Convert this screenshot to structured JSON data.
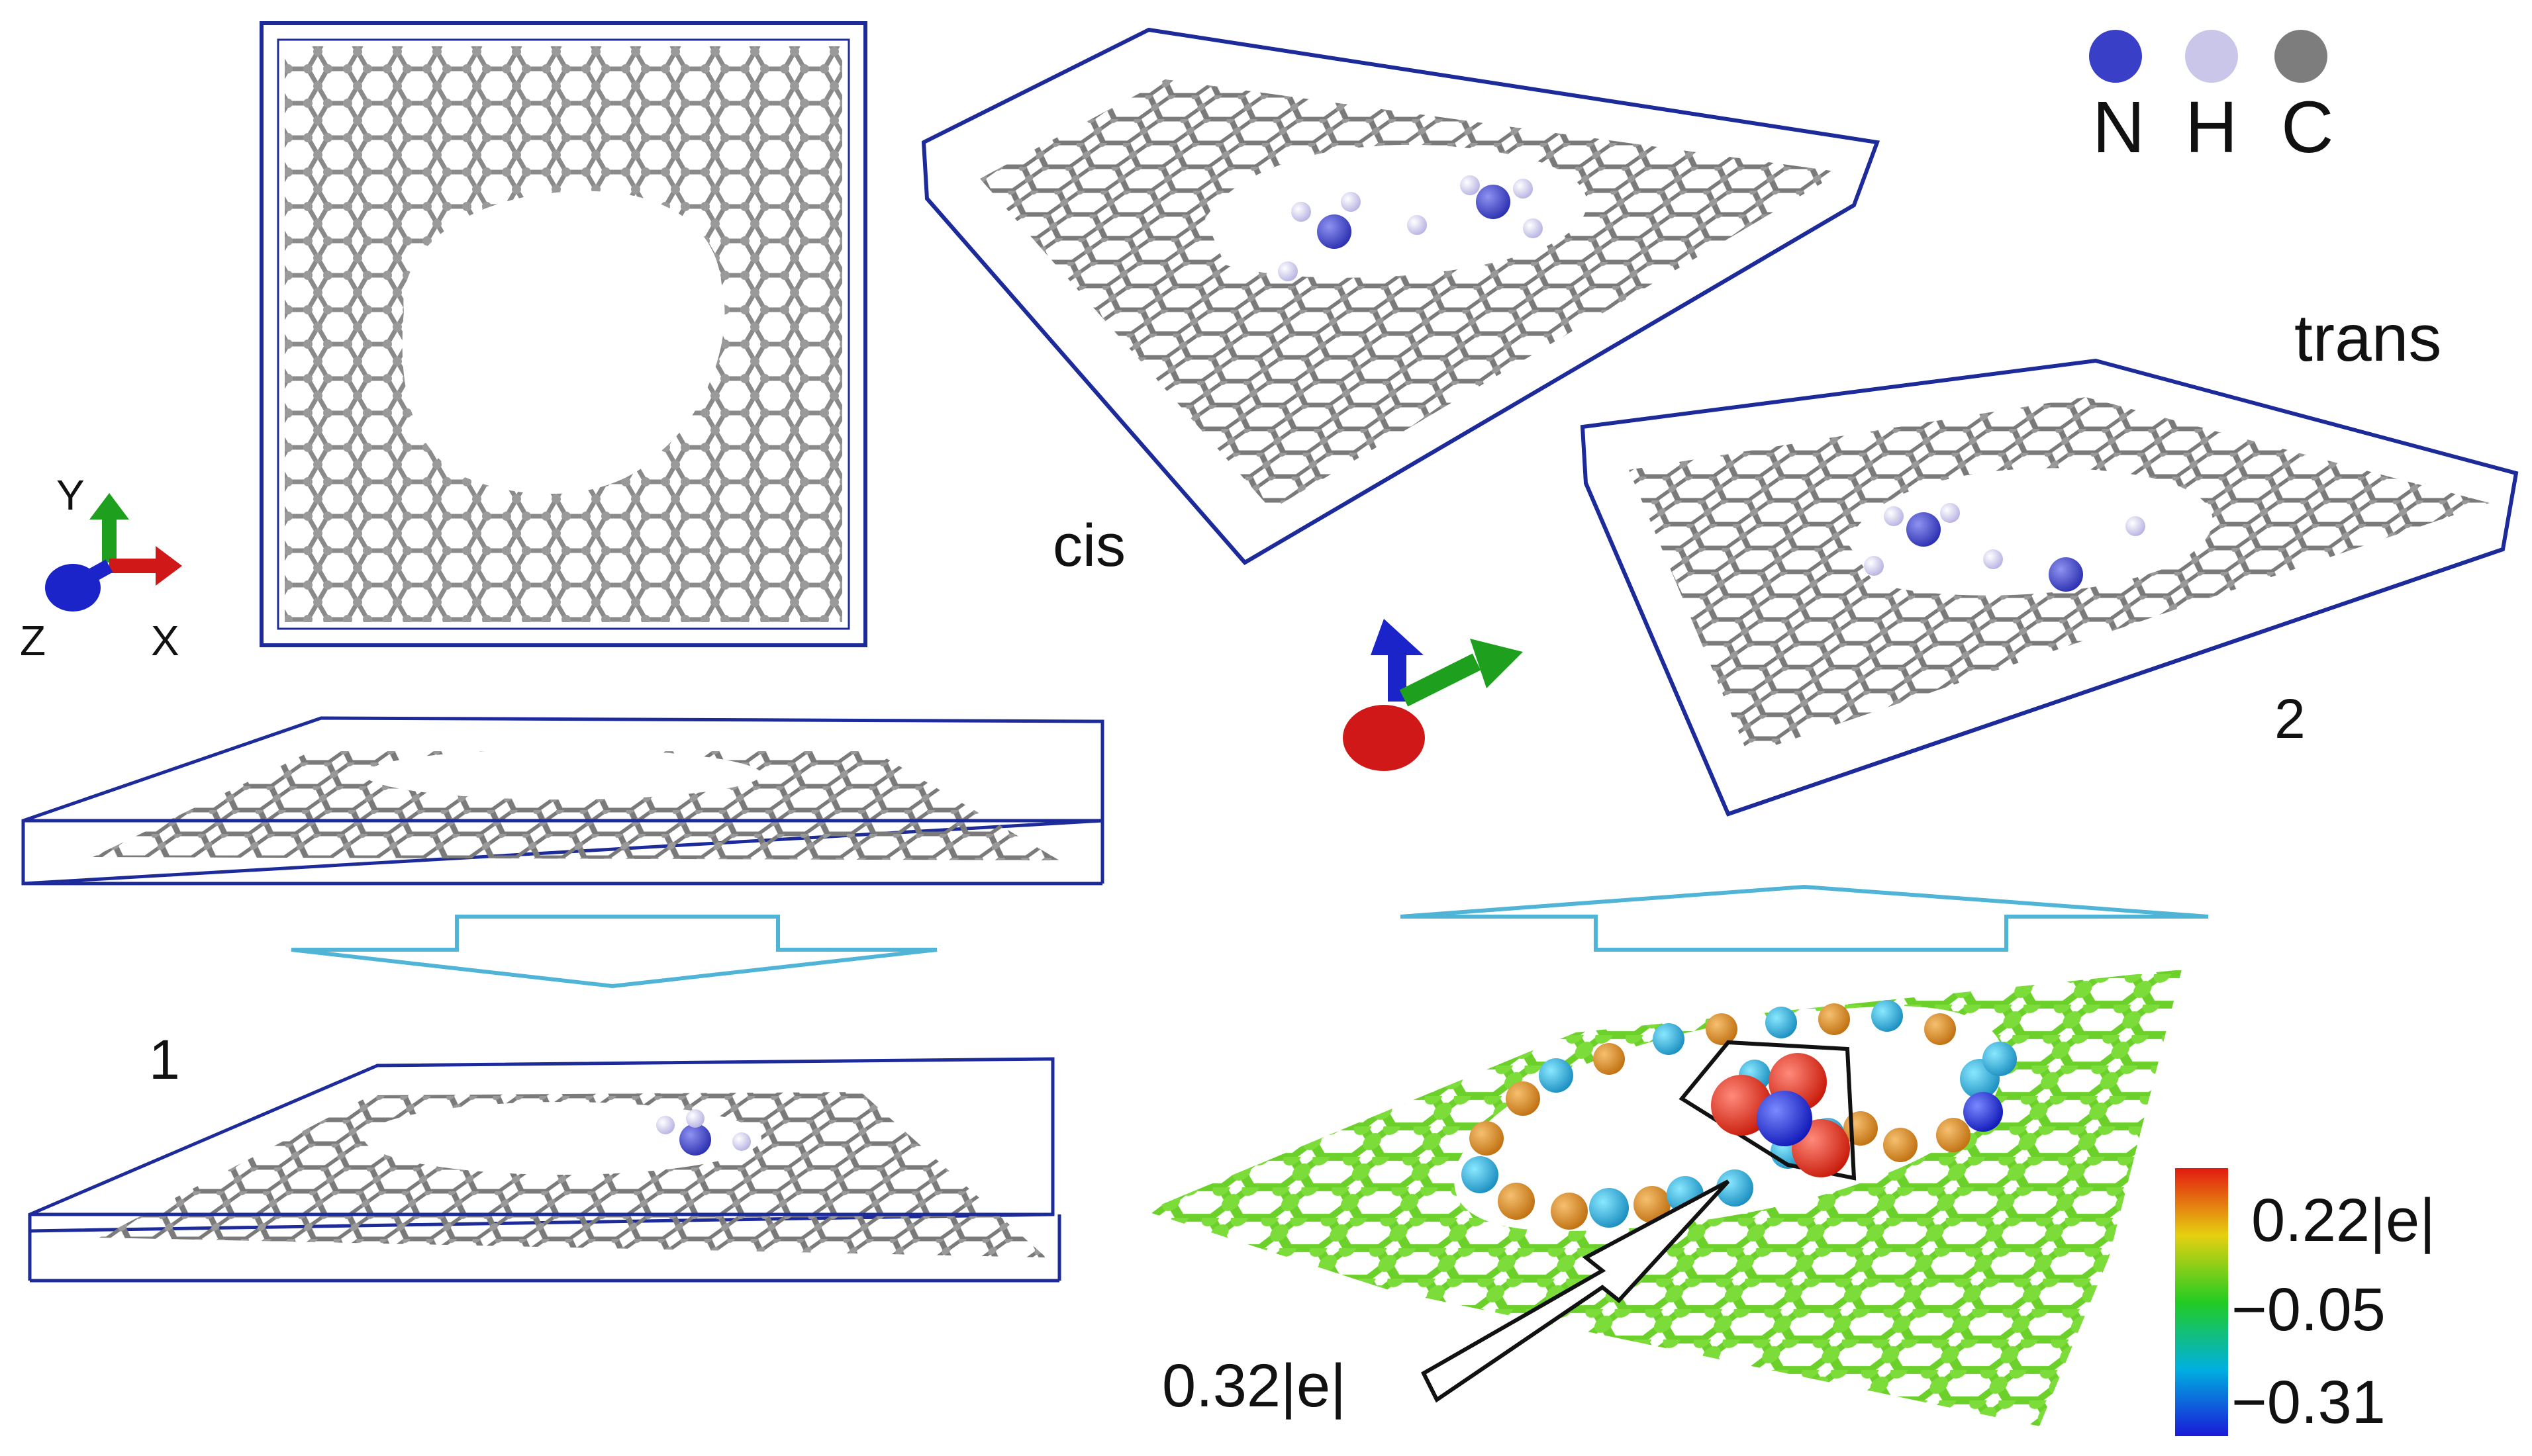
{
  "legend": {
    "items": [
      {
        "symbol": "N",
        "color": "#3a3fc8"
      },
      {
        "symbol": "H",
        "color": "#c9c6ea"
      },
      {
        "symbol": "C",
        "color": "#7d7d7d"
      }
    ]
  },
  "labels": {
    "cis": "cis",
    "trans": "trans",
    "step1": "1",
    "step2": "2"
  },
  "axes": {
    "y": "Y",
    "z": "Z",
    "x": "X"
  },
  "colorbar": {
    "max_label": "0.22|e|",
    "mid_label": "−0.05",
    "min_label": "−0.31",
    "stops": [
      "#1a1ad8",
      "#00b0e0",
      "#22cc22",
      "#e6d010",
      "#e31a10"
    ]
  },
  "annotation": {
    "charge_label": "0.32|e|"
  },
  "colors": {
    "box": "#1c2a9a",
    "carbon": "#8a8a8a",
    "nitrogen": "#3a3fc8",
    "hydrogen": "#c9c6ea",
    "arrow": "#4fb4d6",
    "charge_green": "#6bd02a"
  }
}
